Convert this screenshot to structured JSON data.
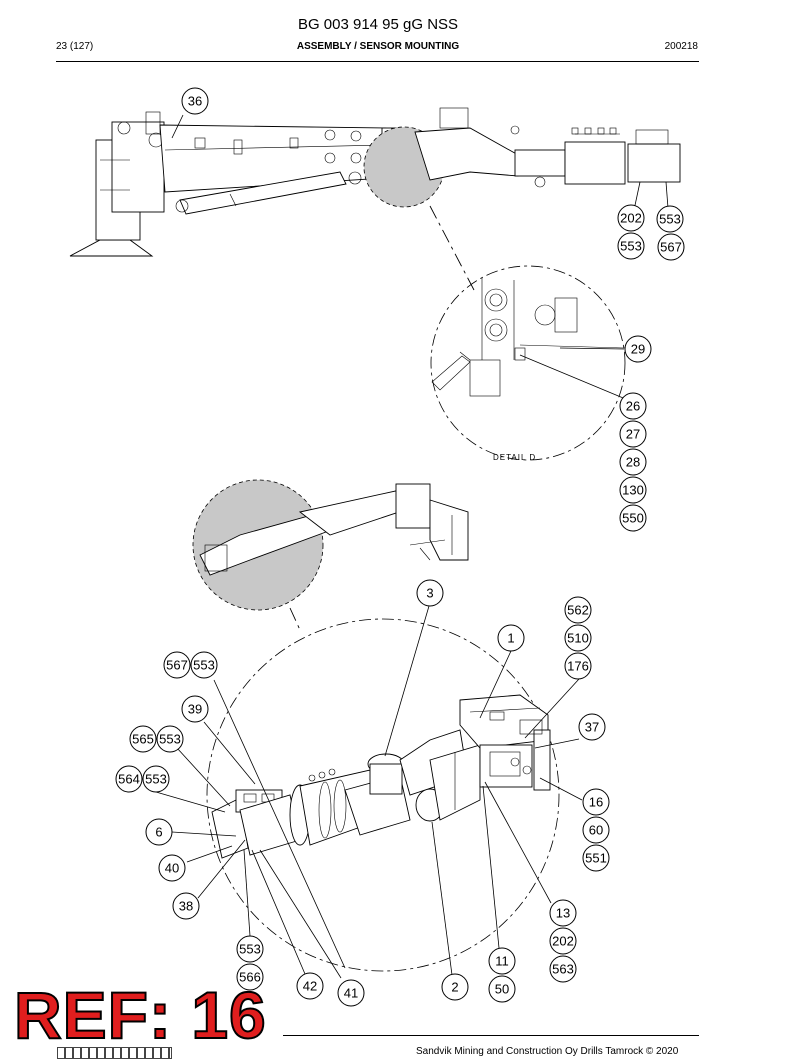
{
  "header": {
    "title": "BG 003 914 95 gG NSS",
    "page": "23 (127)",
    "section": "ASSEMBLY / SENSOR MOUNTING",
    "date": "200218"
  },
  "drawing": {
    "detail_label": "DETAIL D",
    "balloons_top": [
      "36",
      "202",
      "553",
      "553",
      "567"
    ],
    "balloons_detail": [
      "29",
      "26",
      "27",
      "28",
      "130",
      "550"
    ],
    "balloons_bottom": [
      "3",
      "562",
      "510",
      "176",
      "1",
      "567",
      "553",
      "39",
      "37",
      "565",
      "553",
      "564",
      "553",
      "16",
      "60",
      "551",
      "6",
      "40",
      "38",
      "13",
      "202",
      "563",
      "553",
      "566",
      "42",
      "41",
      "2",
      "11",
      "50"
    ]
  },
  "footer": {
    "ref_badge": "REF: 16",
    "copyright": "Sandvik Mining and Construction Oy Drills Tamrock © 2020"
  }
}
